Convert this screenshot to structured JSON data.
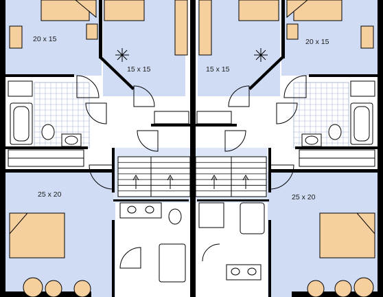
{
  "units": [
    {
      "id": "left",
      "rooms": [
        {
          "name": "bedroom-upper-left",
          "dims": "20 x 15"
        },
        {
          "name": "bedroom-upper-center",
          "dims": "15 x 15"
        },
        {
          "name": "bedroom-lower",
          "dims": "25 x 20"
        }
      ]
    },
    {
      "id": "right",
      "rooms": [
        {
          "name": "bedroom-upper-center",
          "dims": "15 x 15"
        },
        {
          "name": "bedroom-upper-right",
          "dims": "20 x 15"
        },
        {
          "name": "bedroom-lower",
          "dims": "25 x 20"
        }
      ]
    }
  ],
  "colors": {
    "room_fill": "#cfdcf4",
    "furniture_fill": "#f6cf9e",
    "wall": "#000000"
  }
}
